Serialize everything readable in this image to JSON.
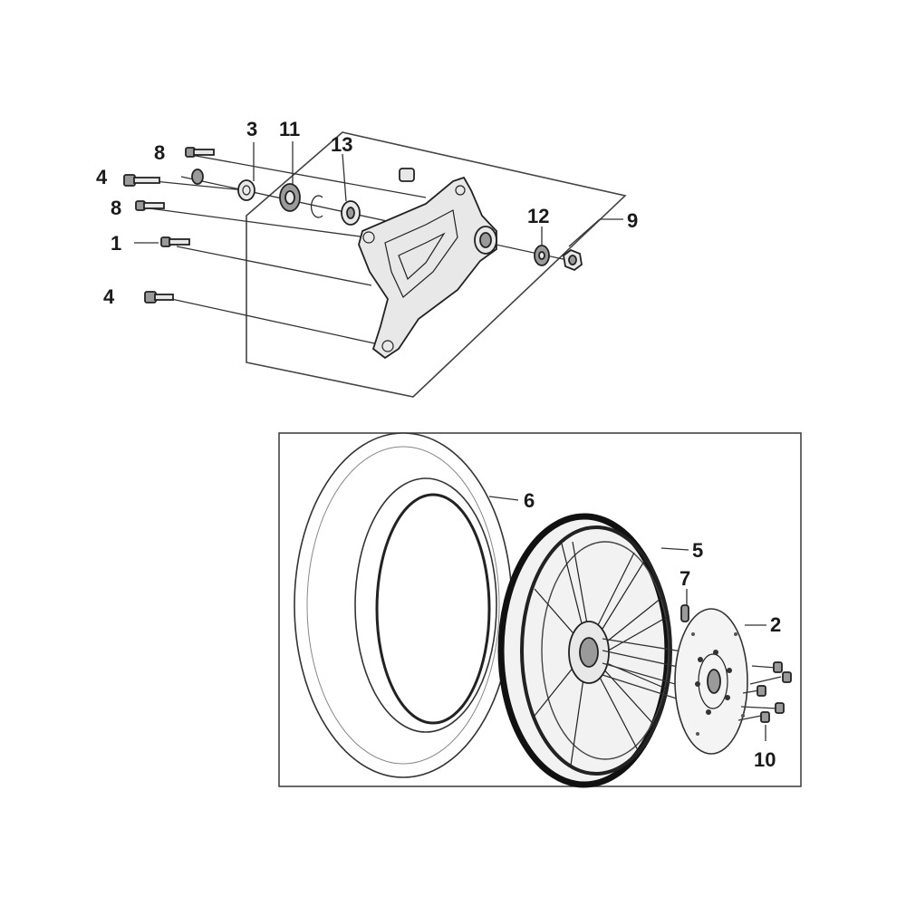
{
  "callouts": {
    "c1": "1",
    "c2": "2",
    "c3": "3",
    "c4a": "4",
    "c4b": "4",
    "c5": "5",
    "c6": "6",
    "c7": "7",
    "c8a": "8",
    "c8b": "8",
    "c9": "9",
    "c10": "10",
    "c11": "11",
    "c12": "12",
    "c13": "13"
  }
}
